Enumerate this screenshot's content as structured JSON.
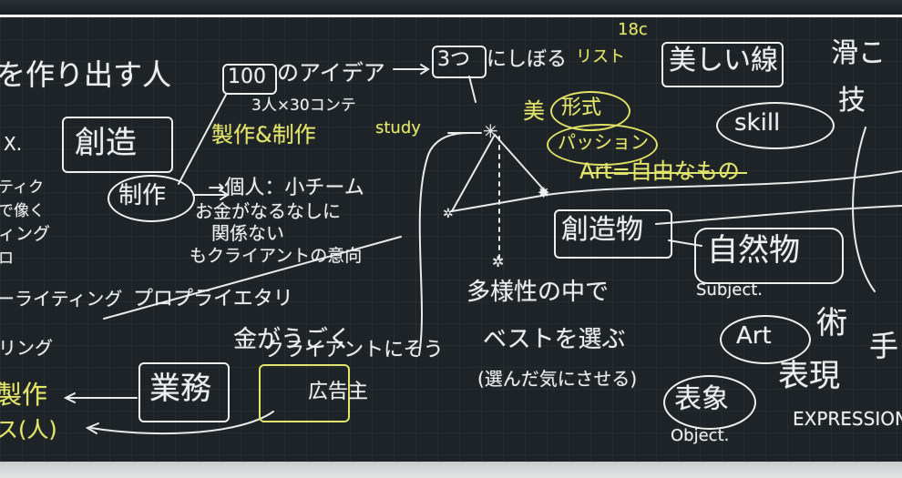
{
  "left": {
    "header": "を作り出す人",
    "frag_x": "X.",
    "sozo": "創造",
    "seisaku": "制作",
    "frag_ti": "ティク",
    "frag_den": "で像く",
    "frag_ingu": "ィング",
    "frag_ro": "ロ",
    "frag_writing": "ーライティング",
    "frag_ringu": "リング",
    "frag_zuku": "製作",
    "frag_su": "ス(人)"
  },
  "center": {
    "ideas_100": "100",
    "ideas_text": "のアイデア",
    "three": "3つ",
    "shiboru": "にしぼる",
    "rist": "リスト",
    "rist_num": "18c",
    "three_by_thirty": "3人×30コンテ",
    "seisaku_seisaku": "製作&制作",
    "study": "study",
    "kojin": "→個人：小チーム",
    "okane": "お金がなるなしに",
    "kankei": "関係ない",
    "client_ikou": "もクライアントの意向",
    "pro_right": "プロプライエタリ",
    "gyomu": "業務",
    "kane_ugoku": "金がうごく",
    "client_sou": "クライアントにそう",
    "kokoku": "広告主",
    "tayosei": "多様性の中で",
    "best": "ベストを選ぶ",
    "eranda": "(選んだ気にさせる)"
  },
  "right": {
    "utsukushii": "美しい線",
    "bi": "美",
    "katachi": "形式",
    "passion": "パッション",
    "skill": "skill",
    "art_freedom": "Art=自由なもの",
    "sozobutsu": "創造物",
    "shizenbutsu": "自然物",
    "subject": "Subject.",
    "art": "Art",
    "jutsu": "術",
    "taisho": "表象",
    "hyogen": "表現",
    "object": "Object.",
    "expression": "EXPRESSION",
    "name_right": "滑こ",
    "waza": "技",
    "hand": "手"
  }
}
